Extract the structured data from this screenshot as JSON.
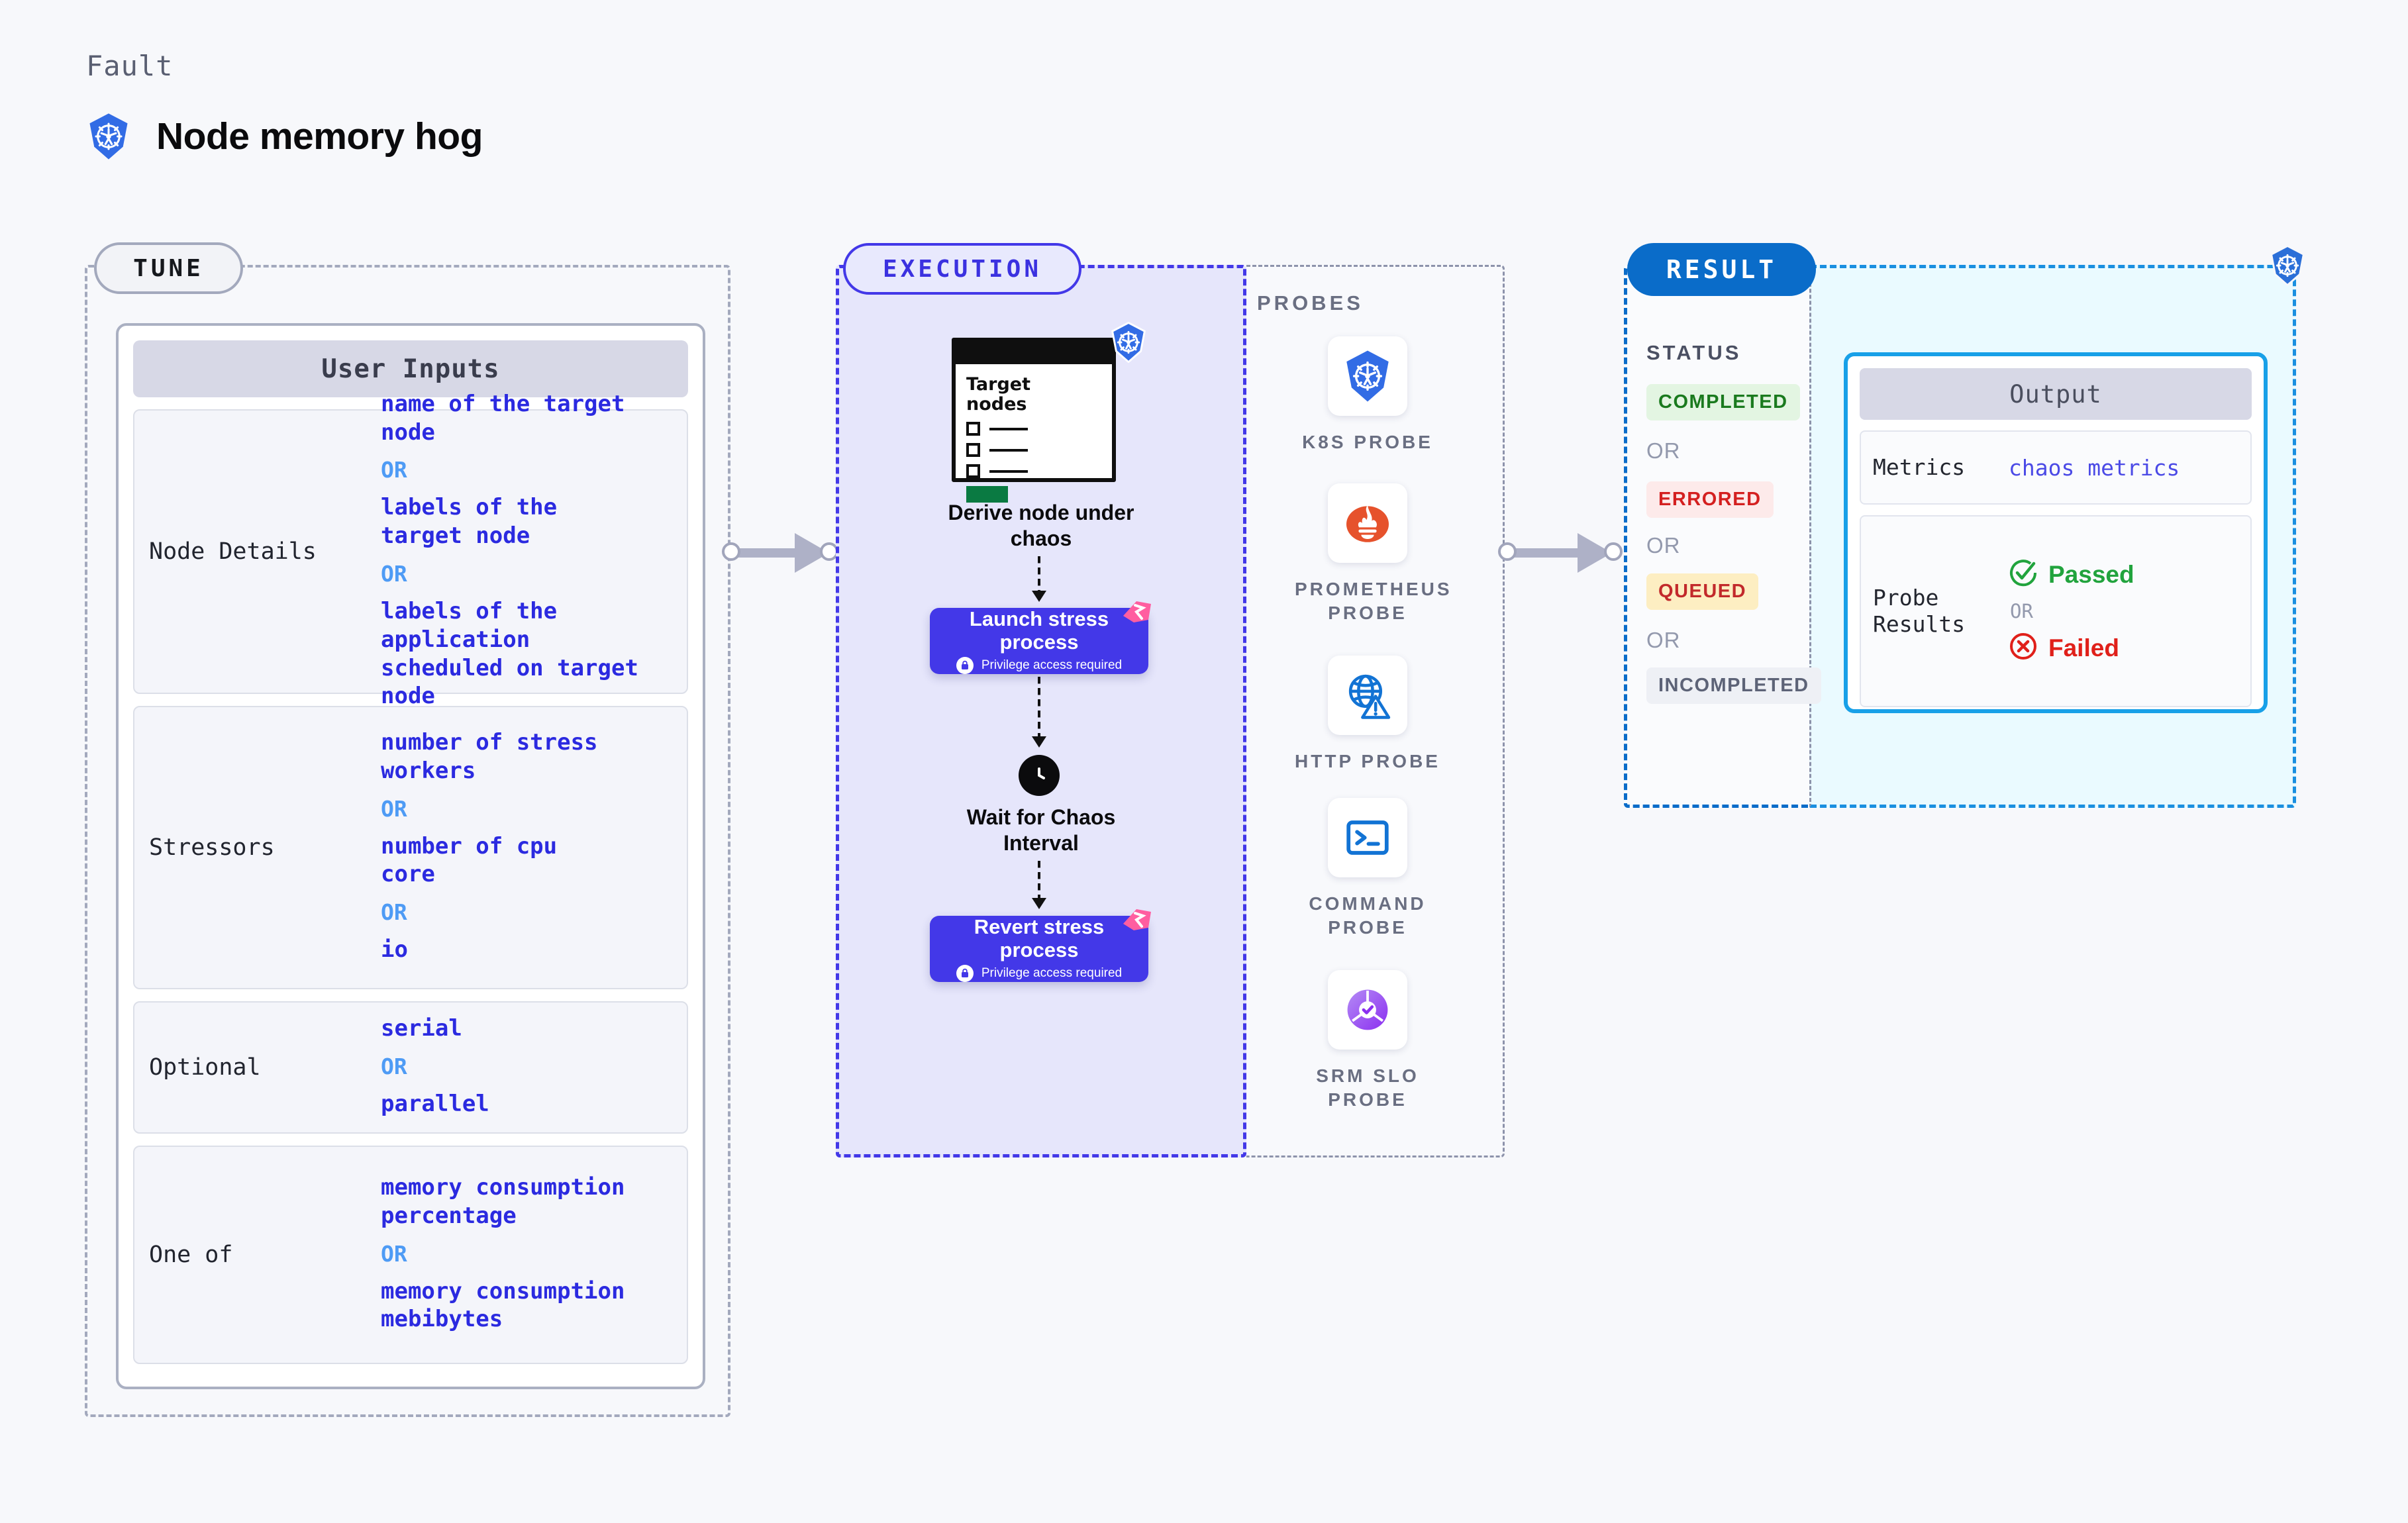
{
  "header": {
    "eyebrow": "Fault",
    "title": "Node memory hog",
    "icon": "kubernetes-icon"
  },
  "tune": {
    "pill_label": "TUNE",
    "card_title": "User Inputs",
    "or_label": "OR",
    "rows": [
      {
        "label": "Node Details",
        "values": [
          "name of the target\nnode",
          "labels of the\ntarget node",
          "labels of the application\n scheduled on target node"
        ]
      },
      {
        "label": "Stressors",
        "values": [
          "number of stress\nworkers",
          "number of cpu\ncore",
          "io"
        ]
      },
      {
        "label": "Optional",
        "values": [
          "serial",
          "parallel"
        ]
      },
      {
        "label": "One of",
        "values": [
          "memory consumption\npercentage",
          "memory consumption\nmebibytes"
        ]
      }
    ]
  },
  "execution": {
    "pill_label": "EXECUTION",
    "node_card": {
      "title": "Target\nnodes",
      "icon": "kubernetes-icon",
      "checkbox_count": 3
    },
    "steps": [
      {
        "caption": "Derive node under\nchaos"
      },
      {
        "title": "Launch stress\nprocess",
        "subtitle": "Privilege access required",
        "icon": "lock-icon",
        "badge": "chaos-flag-icon"
      },
      {
        "caption": "Wait for Chaos\nInterval",
        "icon": "clock-icon"
      },
      {
        "title": "Revert stress\nprocess",
        "subtitle": "Privilege access required",
        "icon": "lock-icon",
        "badge": "chaos-flag-icon"
      }
    ]
  },
  "probes": {
    "title": "PROBES",
    "items": [
      {
        "label": "K8S PROBE",
        "icon": "kubernetes-icon"
      },
      {
        "label": "PROMETHEUS\nPROBE",
        "icon": "prometheus-icon"
      },
      {
        "label": "HTTP PROBE",
        "icon": "globe-warning-icon"
      },
      {
        "label": "COMMAND\nPROBE",
        "icon": "terminal-icon"
      },
      {
        "label": "SRM SLO\nPROBE",
        "icon": "srm-slo-icon"
      }
    ]
  },
  "result": {
    "pill_label": "RESULT",
    "status_title": "STATUS",
    "or_label": "OR",
    "statuses": [
      {
        "label": "COMPLETED",
        "bg": "#e3f5e2",
        "fg": "#1a7a1e"
      },
      {
        "label": "ERRORED",
        "bg": "#fdeaea",
        "fg": "#d42020"
      },
      {
        "label": "QUEUED",
        "bg": "#fdeec2",
        "fg": "#c2292b"
      },
      {
        "label": "INCOMPLETED",
        "bg": "#eef0f5",
        "fg": "#5d6377"
      }
    ]
  },
  "output": {
    "card_title": "Output",
    "corner_icon": "kubernetes-icon",
    "rows": [
      {
        "label": "Metrics",
        "value": "chaos metrics"
      },
      {
        "label": "Probe\nResults",
        "passed": "Passed",
        "failed": "Failed",
        "or_label": "OR",
        "passed_icon": "check-circle-icon",
        "failed_icon": "x-circle-icon"
      }
    ]
  },
  "colors": {
    "accent_indigo": "#4338e8",
    "accent_blue": "#0a6cc9",
    "accent_cyan": "#18a0e8",
    "k8s_blue": "#326ce5",
    "page_bg": "#f7f8fb"
  }
}
